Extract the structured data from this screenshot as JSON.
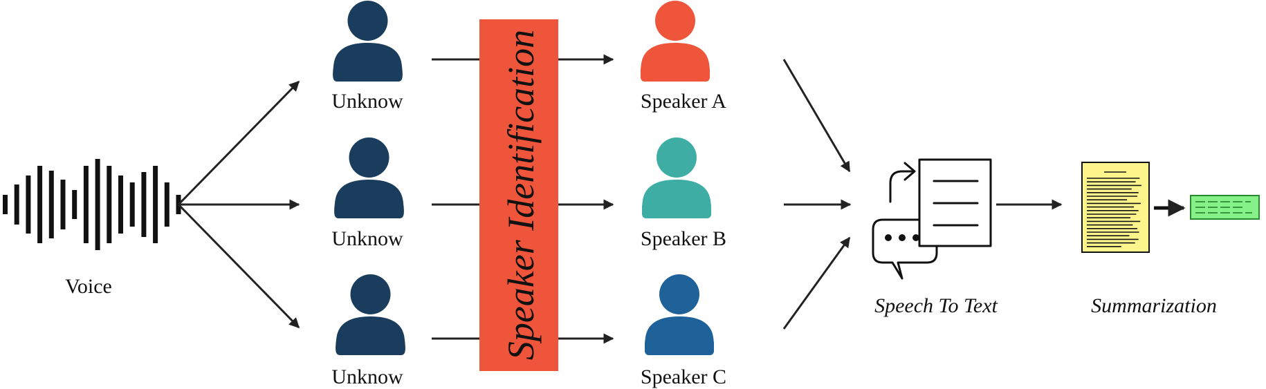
{
  "input": {
    "label": "Voice",
    "icon": "sound-wave-icon",
    "color": "#111111"
  },
  "unknown_speakers": [
    {
      "label": "Unknow",
      "icon": "person-icon",
      "color": "#1a3d5e"
    },
    {
      "label": "Unknow",
      "icon": "person-icon",
      "color": "#1a3d5e"
    },
    {
      "label": "Unknow",
      "icon": "person-icon",
      "color": "#1a3d5e"
    }
  ],
  "identification": {
    "label": "Speaker Identification",
    "color": "#ee553a"
  },
  "identified_speakers": [
    {
      "label": "Speaker A",
      "icon": "person-icon",
      "color": "#ee553a"
    },
    {
      "label": "Speaker B",
      "icon": "person-icon",
      "color": "#3eaea5"
    },
    {
      "label": "Speaker C",
      "icon": "person-icon",
      "color": "#1f6199"
    }
  ],
  "speech_to_text": {
    "label": "Speech To Text",
    "icon": "speech-to-text-icon"
  },
  "summarization": {
    "label": "Summarization",
    "icon": "document-summary-icon",
    "document_color": "#fdf58c",
    "summary_color": "#86f089",
    "line_color": "#2a8a2e"
  },
  "arrow_color": "#222222"
}
